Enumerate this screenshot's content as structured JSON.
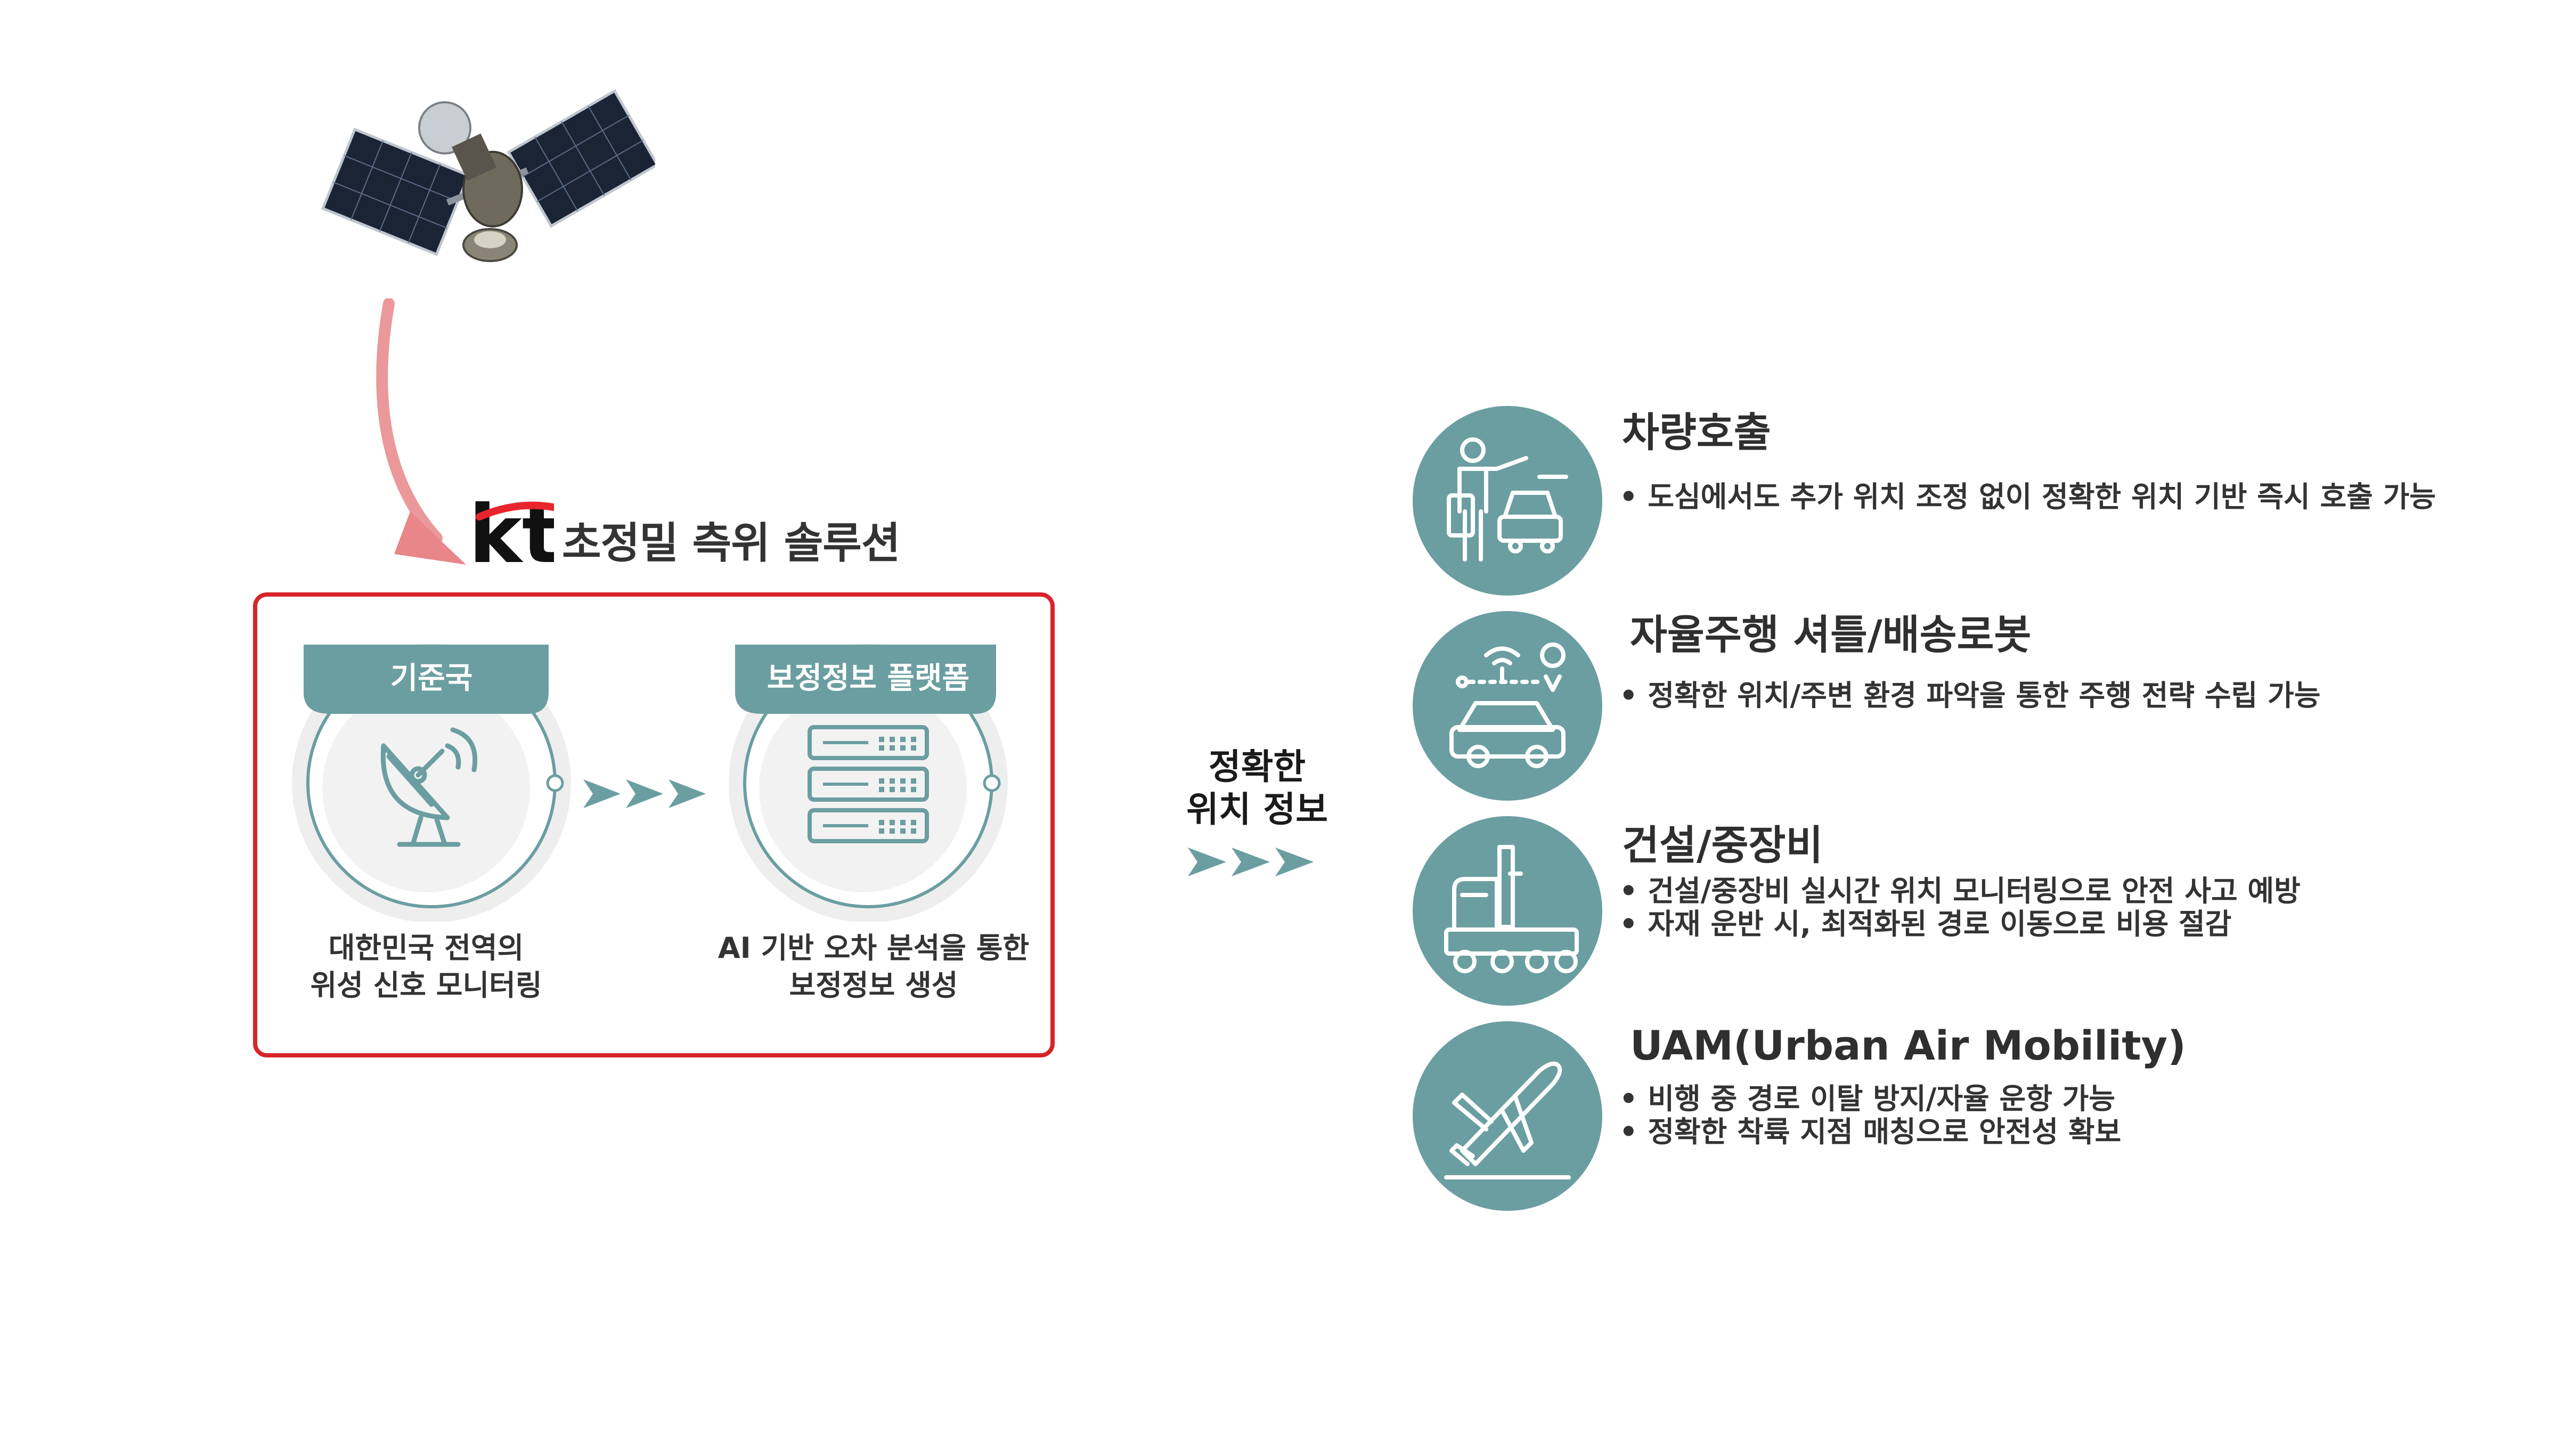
{
  "solution": {
    "brand": "kt",
    "title": "초정밀 측위 솔루션"
  },
  "nodes": [
    {
      "label": "기준국",
      "caption": [
        "대한민국 전역의",
        "위성 신호 모니터링"
      ],
      "icon": "satellite-dish-icon"
    },
    {
      "label": "보정정보 플랫폼",
      "caption": [
        "AI 기반 오차 분석을 통한",
        "보정정보 생성"
      ],
      "icon": "server-icon"
    }
  ],
  "middle": {
    "lines": [
      "정확한",
      "위치 정보"
    ]
  },
  "applications": [
    {
      "title": "차량호출",
      "bullets": [
        "• 도심에서도 추가 위치 조정 없이 정확한 위치 기반 즉시 호출 가능"
      ],
      "icon": "ride-hailing-icon"
    },
    {
      "title": "자율주행 셔틀/배송로봇",
      "bullets": [
        "• 정확한 위치/주변 환경 파악을 통한 주행 전략 수립 가능"
      ],
      "icon": "autonomous-car-icon"
    },
    {
      "title": "건설/중장비",
      "bullets": [
        "• 건설/중장비 실시간 위치 모니터링으로 안전 사고 예방",
        "• 자재 운반 시, 최적화된 경로 이동으로 비용 절감"
      ],
      "icon": "heavy-truck-icon"
    },
    {
      "title": "UAM(Urban Air Mobility)",
      "bullets": [
        "• 비행 중 경로 이탈 방지/자율 운항 가능",
        "• 정확한 착륙 지점 매칭으로 안전성 확보"
      ],
      "icon": "airplane-icon"
    }
  ],
  "colors": {
    "accent": "#6b9ea1",
    "frame": "#d8242b",
    "kt_red": "#e8242d",
    "arrow": "#e8868a"
  }
}
